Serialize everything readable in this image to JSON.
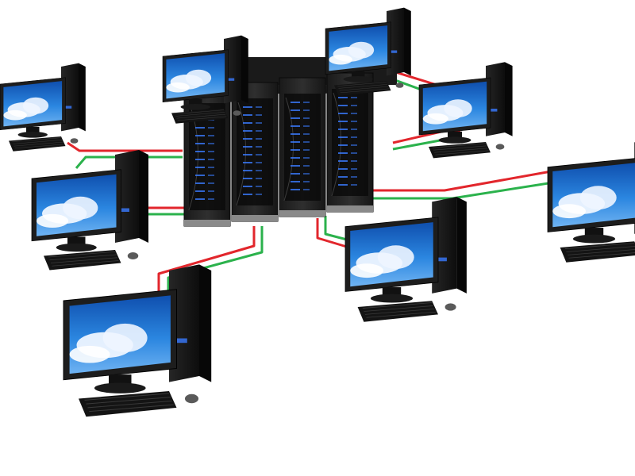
{
  "scene": {
    "subject": "server-rack-network",
    "background_color": "#ffffff"
  },
  "palette": {
    "cable_red": "#e2262c",
    "cable_green": "#2bb24c",
    "rack_dark": "#141414",
    "rack_mid": "#2a2a2a",
    "rack_light": "#3c3c3c",
    "led_blue": "#3a7bff",
    "screen_sky": "#1f6fd1",
    "screen_cloud": "#eef5ff",
    "hardware": "#1d1d1d"
  },
  "rack": {
    "cabinet_count": 4
  },
  "workstations": [
    {
      "id": "ws-top-left",
      "scale": 0.55
    },
    {
      "id": "ws-top-center",
      "scale": 0.55
    },
    {
      "id": "ws-top-right",
      "scale": 0.55
    },
    {
      "id": "ws-right-upper",
      "scale": 0.6
    },
    {
      "id": "ws-left-upper",
      "scale": 0.62
    },
    {
      "id": "ws-left-middle",
      "scale": 0.75
    },
    {
      "id": "ws-right-lower",
      "scale": 0.78
    },
    {
      "id": "ws-center-lower",
      "scale": 0.78
    },
    {
      "id": "ws-bottom-left",
      "scale": 0.95
    }
  ]
}
